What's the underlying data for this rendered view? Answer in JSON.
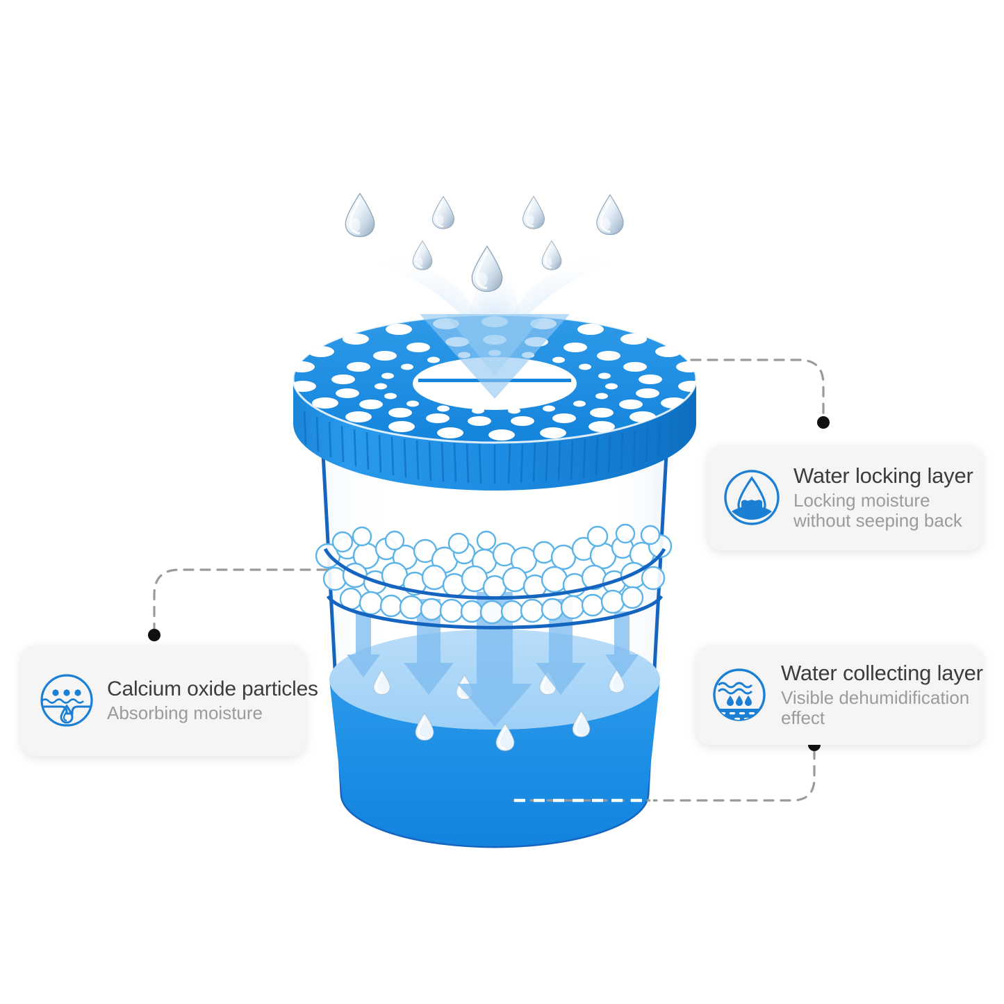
{
  "diagram": {
    "title": "Dehumidifier box cross-section diagram",
    "colors": {
      "lid_blue": "#1f8fe0",
      "lid_blue_dark": "#0f7ad0",
      "container_outline": "#1565c0",
      "water_light": "#a8d8f8",
      "water_dark": "#1f90e8",
      "granule_outline": "#5cb3e8",
      "arrow_blue": "#7fbdf0",
      "droplet_gray": "#d7e4f0",
      "card_bg": "#f5f5f5",
      "title_text": "#3c3c3c",
      "sub_text": "#9b9b9b",
      "leader_line": "#9a9a9a",
      "leader_dot": "#111111",
      "icon_blue": "#1b7fd4"
    },
    "illustration": {
      "top_droplets_count": 8,
      "lid_hole_rings": 5,
      "granule_layer_label": "calcium oxide granules",
      "flow_arrows_count": 5,
      "reservoir_droplets_count": 8,
      "vapor_plume": "funnel"
    }
  },
  "callouts": [
    {
      "id": "water-locking-layer",
      "icon": "water-drop-lock-icon",
      "title": "Water locking layer",
      "subtitle": "Locking moisture\nwithout seeping back",
      "subtitle_lines": [
        "Locking moisture",
        "without seeping back"
      ]
    },
    {
      "id": "water-collecting-layer",
      "icon": "water-collecting-icon",
      "title": "Water collecting layer",
      "subtitle": "Visible dehumidification effect",
      "subtitle_lines": [
        "Visible dehumidification",
        "effect"
      ]
    },
    {
      "id": "calcium-oxide-particles",
      "icon": "calcium-oxide-absorb-icon",
      "title": "Calcium oxide particles",
      "subtitle": "Absorbing moisture",
      "subtitle_lines": [
        "Absorbing moisture"
      ]
    }
  ]
}
